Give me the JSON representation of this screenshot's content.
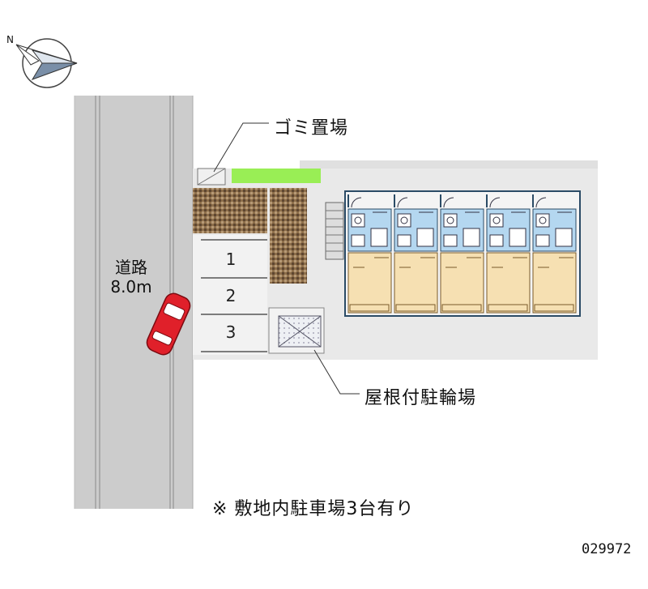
{
  "compass": {
    "north_letter": "N"
  },
  "road": {
    "name": "道路",
    "width": "8.0m"
  },
  "parking_spaces": [
    "1",
    "2",
    "3"
  ],
  "labels": {
    "garbage": "ゴミ置場",
    "bicycle": "屋根付駐輪場"
  },
  "note": "※ 敷地内駐車場3台有り",
  "map_code": "029972",
  "colors": {
    "road": "#cccccc",
    "site": "#ececec",
    "building_outline": "#2b4b66",
    "unit_blue": "#b4d7f0",
    "unit_room": "#f6e0b2",
    "car": "#e0202a",
    "hedge": "#99ee55",
    "brick": "#8a6a44"
  }
}
